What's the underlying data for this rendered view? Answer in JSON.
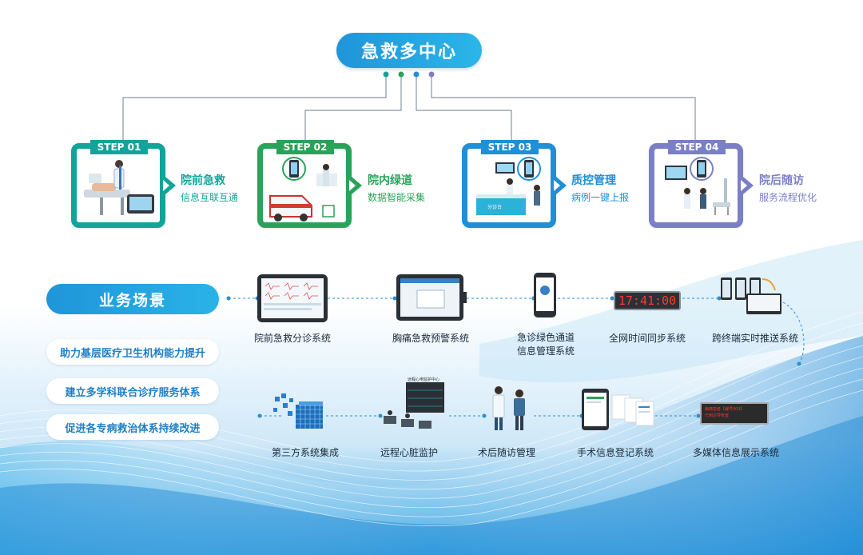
{
  "title": "急救多中心",
  "steps": [
    {
      "tag": "STEP 01",
      "title": "院前急救",
      "subtitle": "信息互联互通",
      "color": "#14a39a"
    },
    {
      "tag": "STEP 02",
      "title": "院内绿道",
      "subtitle": "数据智能采集",
      "color": "#2aa35a"
    },
    {
      "tag": "STEP 03",
      "title": "质控管理",
      "subtitle": "病例一键上报",
      "color": "#1f8fd6"
    },
    {
      "tag": "STEP 04",
      "title": "院后随访",
      "subtitle": "服务流程优化",
      "color": "#7b7fc6"
    }
  ],
  "business": {
    "label": "业务场景",
    "goals": [
      "助力基层医疗卫生机构能力提升",
      "建立多学科联合诊疗服务体系",
      "促进各专病救治体系持续改进"
    ]
  },
  "systems_row1": [
    "院前急救分诊系统",
    "胸痛急救预警系统",
    "急诊绿色通道\n信息管理系统",
    "全网时间同步系统",
    "跨终端实时推送系统"
  ],
  "systems_row2": [
    "第三方系统集成",
    "远程心脏监护",
    "术后随访管理",
    "手术信息登记系统",
    "多媒体信息展示系统"
  ],
  "clock_text": "17:41:00",
  "board_lines": [
    "胸痛患者【编号003】",
    "已到达导管室"
  ],
  "center_sign": "远程心电监护中心",
  "desk_sign": "分诊台",
  "colors": {
    "primary": "#1f95da",
    "teal": "#14a39a",
    "green": "#2aa35a",
    "blue": "#1f8fd6",
    "purple": "#7b7fc6"
  }
}
